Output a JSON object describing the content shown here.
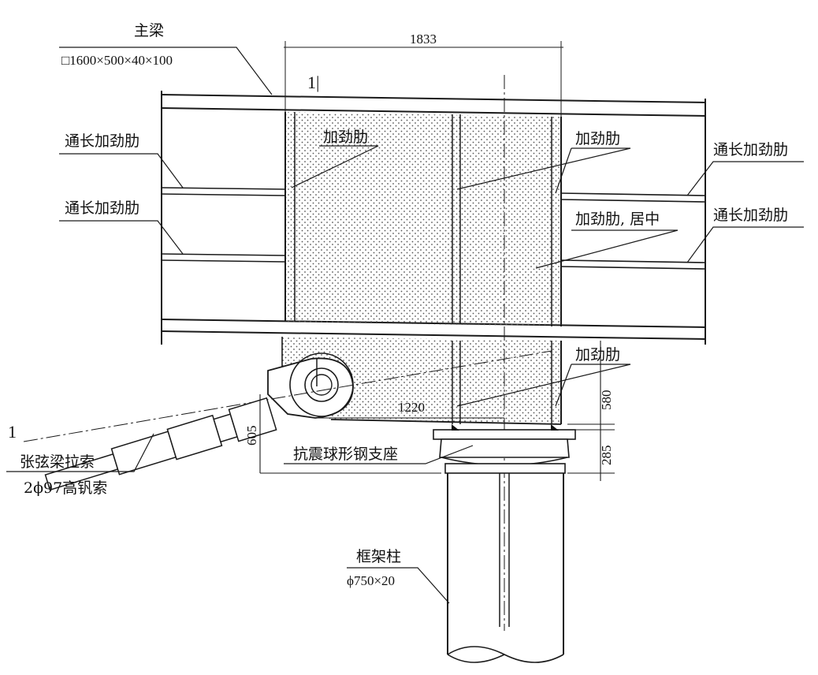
{
  "main_beam": {
    "label": "主梁",
    "size": "□1600×500×40×100"
  },
  "section_marks": {
    "top": "1|",
    "left": "1"
  },
  "dimensions": {
    "top_width": "1833",
    "inner_width": "1220",
    "height_580": "580",
    "height_285": "285",
    "height_605": "605"
  },
  "labels": {
    "stiffener_1": "加劲肋",
    "stiffener_2": "加劲肋",
    "stiffener_centered": "加劲肋, 居中",
    "stiffener_lower": "加劲肋",
    "long_stiffener_left_upper": "通长加劲肋",
    "long_stiffener_left_lower": "通长加劲肋",
    "long_stiffener_right_upper": "通长加劲肋",
    "long_stiffener_right_lower": "通长加劲肋",
    "bearing": "抗震球形钢支座",
    "cable_name": "张弦梁拉索",
    "cable_spec": "2ϕ97高钒索",
    "column_name": "框架柱",
    "column_spec": "ϕ750×20"
  }
}
